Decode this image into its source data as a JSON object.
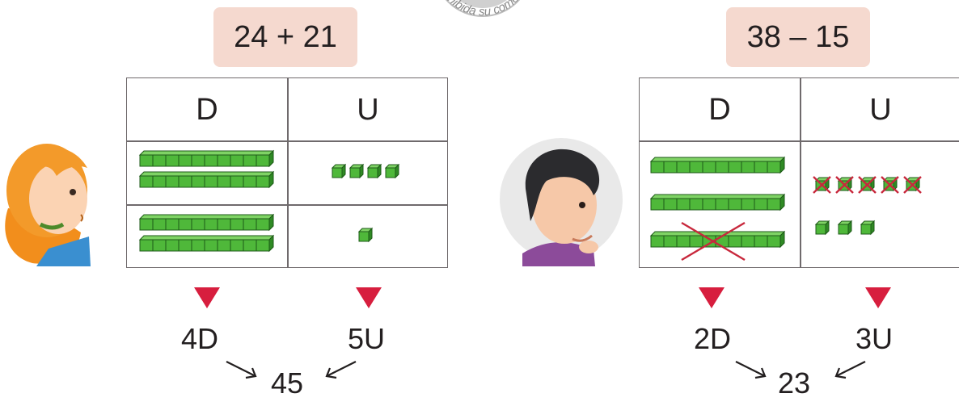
{
  "watermark": {
    "text": "prohibida su comercialización"
  },
  "left": {
    "operation": "24 + 21",
    "headers": {
      "tens": "D",
      "units": "U"
    },
    "rows": [
      {
        "tens_rods": 2,
        "unit_cubes": 4
      },
      {
        "tens_rods": 2,
        "unit_cubes": 1
      }
    ],
    "result_tens": "4D",
    "result_units": "5U",
    "total": "45"
  },
  "right": {
    "operation": "38 – 15",
    "headers": {
      "tens": "D",
      "units": "U"
    },
    "tens_rods": 3,
    "tens_crossed": 1,
    "units_crossed": 5,
    "units_remaining": 3,
    "result_tens": "2D",
    "result_units": "3U",
    "total": "23"
  },
  "colors": {
    "cube_fill": "#4fb83a",
    "cube_stroke": "#1e5a18",
    "arrow": "#d71e3e",
    "cross": "#c8283c",
    "op_bg": "#f5d9cf"
  }
}
